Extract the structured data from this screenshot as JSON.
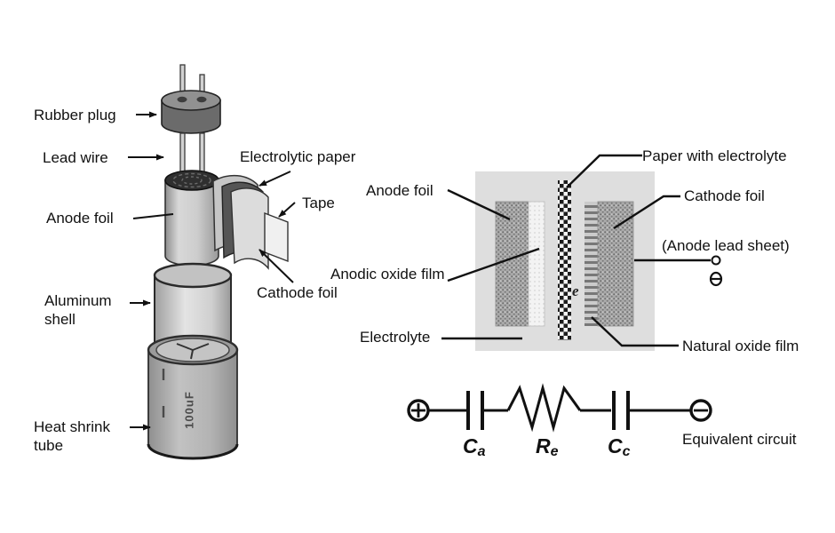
{
  "figure": {
    "subject": "Aluminum electrolytic capacitor construction diagram"
  },
  "left_diagram": {
    "labels": {
      "rubber_plug": "Rubber plug",
      "lead_wire": "Lead wire",
      "electrolytic_paper": "Electrolytic paper",
      "anode_foil": "Anode foil",
      "tape": "Tape",
      "cathode_foil": "Cathode foil",
      "aluminum_shell": "Aluminum\nshell",
      "heat_shrink_tube": "Heat shrink\ntube"
    },
    "capacitor_marking": "100uF"
  },
  "right_diagram": {
    "labels": {
      "anode_foil": "Anode foil",
      "paper_with_electrolyte": "Paper with electrolyte",
      "cathode_foil": "Cathode foil",
      "anode_lead_sheet": "(Anode lead sheet)",
      "anodic_oxide_film": "Anodic oxide film",
      "electrolyte": "Electrolyte",
      "natural_oxide_film": "Natural oxide film"
    },
    "electron_symbol": "e"
  },
  "circuit": {
    "caption": "Equivalent circuit",
    "components": [
      {
        "symbol": "C",
        "sub": "a"
      },
      {
        "symbol": "R",
        "sub": "e"
      },
      {
        "symbol": "C",
        "sub": "c"
      }
    ]
  },
  "colors": {
    "background": "#ffffff",
    "ink": "#111111",
    "panel_gray": "#dedede",
    "foil_gray": "#a9a9a9",
    "dark_foil": "#555555"
  }
}
